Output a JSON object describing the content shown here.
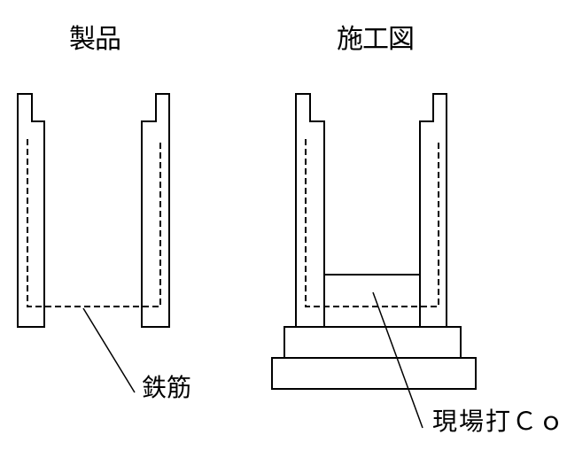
{
  "titles": {
    "product": "製品",
    "construction": "施工図"
  },
  "callouts": {
    "rebar": "鉄筋",
    "cast_in_place": "現場打Ｃｏ"
  },
  "colors": {
    "line": "#000000",
    "background": "#ffffff"
  }
}
